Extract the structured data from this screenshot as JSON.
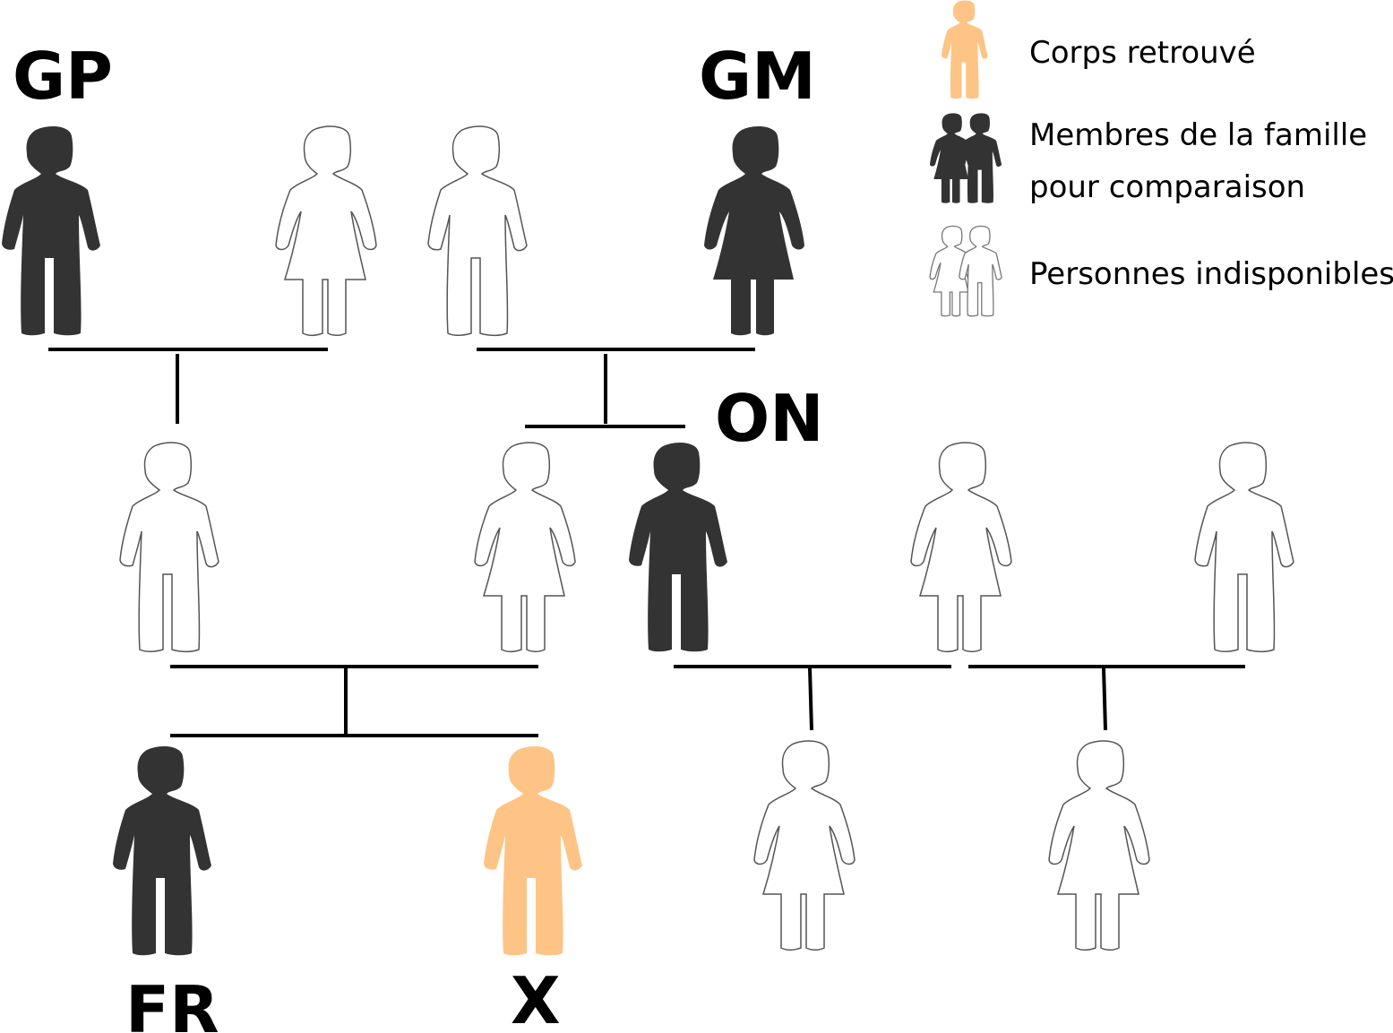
{
  "colors": {
    "found": "#fdc486",
    "family": "#333333",
    "unavailable_stroke": "#555555",
    "line": "#000000"
  },
  "labels": {
    "gp": "GP",
    "gm": "GM",
    "on": "ON",
    "fr": "FR",
    "x": "X"
  },
  "legend": {
    "found": "Corps retrouvé",
    "family_line1": "Membres de la famille",
    "family_line2": "pour comparaison",
    "unavailable": "Personnes indisponibles"
  },
  "people": [
    {
      "id": "gp",
      "gender": "male",
      "status": "family"
    },
    {
      "id": "gen1-unknown-female",
      "gender": "female",
      "status": "unavailable"
    },
    {
      "id": "gen1-unknown-male",
      "gender": "male",
      "status": "unavailable"
    },
    {
      "id": "gm",
      "gender": "female",
      "status": "family"
    },
    {
      "id": "gen2-male-1",
      "gender": "male",
      "status": "unavailable"
    },
    {
      "id": "gen2-female-1",
      "gender": "female",
      "status": "unavailable"
    },
    {
      "id": "on",
      "gender": "male",
      "status": "family"
    },
    {
      "id": "gen2-female-2",
      "gender": "female",
      "status": "unavailable"
    },
    {
      "id": "gen2-male-2",
      "gender": "male",
      "status": "unavailable"
    },
    {
      "id": "fr",
      "gender": "male",
      "status": "family"
    },
    {
      "id": "x",
      "gender": "male",
      "status": "found"
    },
    {
      "id": "gen3-female-1",
      "gender": "female",
      "status": "unavailable"
    },
    {
      "id": "gen3-female-2",
      "gender": "female",
      "status": "unavailable"
    }
  ]
}
